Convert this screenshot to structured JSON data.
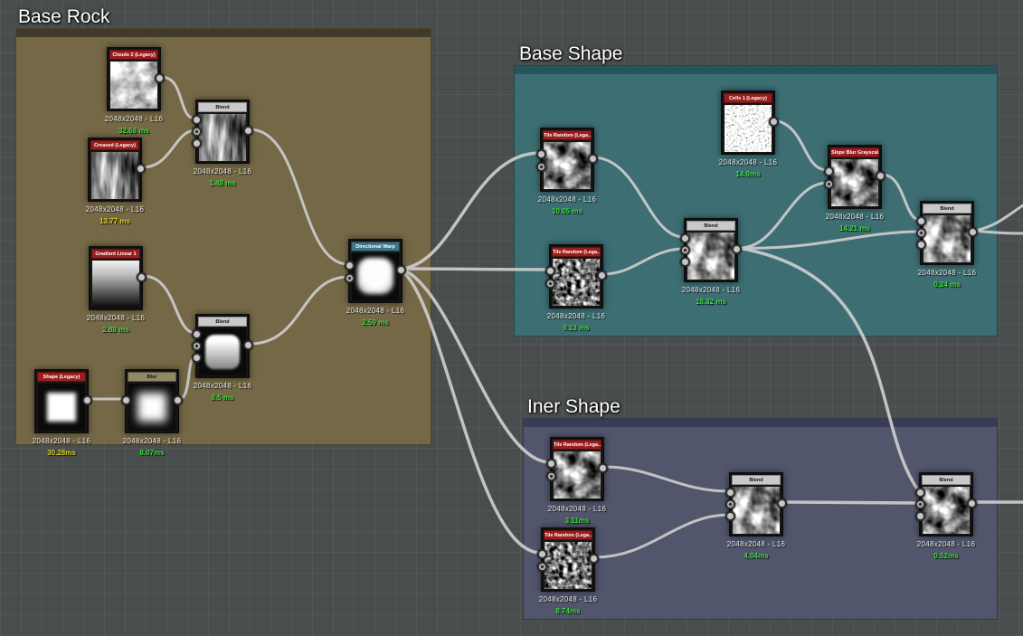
{
  "groups": {
    "base_rock": {
      "title": "Base Rock"
    },
    "base_shape": {
      "title": "Base Shape"
    },
    "iner_shape": {
      "title": "Iner Shape"
    }
  },
  "nodes": [
    {
      "title": "Clouds 2 (Legacy)",
      "size": "2048x2048 - L16",
      "time": "32.68 ms",
      "time_color": "green"
    },
    {
      "title": "Creased (Legacy)",
      "size": "2048x2048 - L16",
      "time": "13.77 ms",
      "time_color": "yellow"
    },
    {
      "title": "Blend",
      "size": "2048x2048 - L16",
      "time": "1.48 ms",
      "time_color": "green"
    },
    {
      "title": "Gradient Linear 1",
      "size": "2048x2048 - L16",
      "time": "2.88 ms",
      "time_color": "green"
    },
    {
      "title": "Shape (Legacy)",
      "size": "2048x2048 - L16",
      "time": "30.28ms",
      "time_color": "yellow"
    },
    {
      "title": "Blur",
      "size": "2048x2048 - L16",
      "time": "8.07ms",
      "time_color": "green"
    },
    {
      "title": "Blend",
      "size": "2048x2048 - L16",
      "time": "8.5 ms",
      "time_color": "green"
    },
    {
      "title": "Directional Warp",
      "size": "2048x2048 - L16",
      "time": "2.59 ms",
      "time_color": "green"
    },
    {
      "title": "Tile Random (Lega...",
      "size": "2048x2048 - L16",
      "time": "10.05 ms",
      "time_color": "green"
    },
    {
      "title": "Tile Random (Lega...",
      "size": "2048x2048 - L16",
      "time": "9.13 ms",
      "time_color": "green"
    },
    {
      "title": "Blend",
      "size": "2048x2048 - L16",
      "time": "18.32 ms",
      "time_color": "green"
    },
    {
      "title": "Cells 1 (Legacy)",
      "size": "2048x2048 - L16",
      "time": "14.9ms",
      "time_color": "green"
    },
    {
      "title": "Slope Blur Grayscale",
      "size": "2048x2048 - L16",
      "time": "14.21 ms",
      "time_color": "green"
    },
    {
      "title": "Blend",
      "size": "2048x2048 - L16",
      "time": "0.24 ms",
      "time_color": "green"
    },
    {
      "title": "Tile Random (Lega...",
      "size": "2048x2048 - L16",
      "time": "3.11ms",
      "time_color": "green"
    },
    {
      "title": "Tile Random (Lega...",
      "size": "2048x2048 - L16",
      "time": "8.74ms",
      "time_color": "green"
    },
    {
      "title": "Blend",
      "size": "2048x2048 - L16",
      "time": "4.04ms",
      "time_color": "green"
    },
    {
      "title": "Blend",
      "size": "2048x2048 - L16",
      "time": "0.52ms",
      "time_color": "green"
    }
  ],
  "colors": {
    "time_green": "#3fdc3f",
    "time_yellow": "#d6d327",
    "edge": "#c9c9c9",
    "base_rock_fill": "#796a46",
    "base_shape_fill": "#3c7176",
    "iner_shape_fill": "#53576f",
    "node_header_generator": "#9c1d1d",
    "node_header_blend": "#c9c9c9",
    "node_header_warp": "#3e7488",
    "node_header_blur": "#8f8a66"
  }
}
